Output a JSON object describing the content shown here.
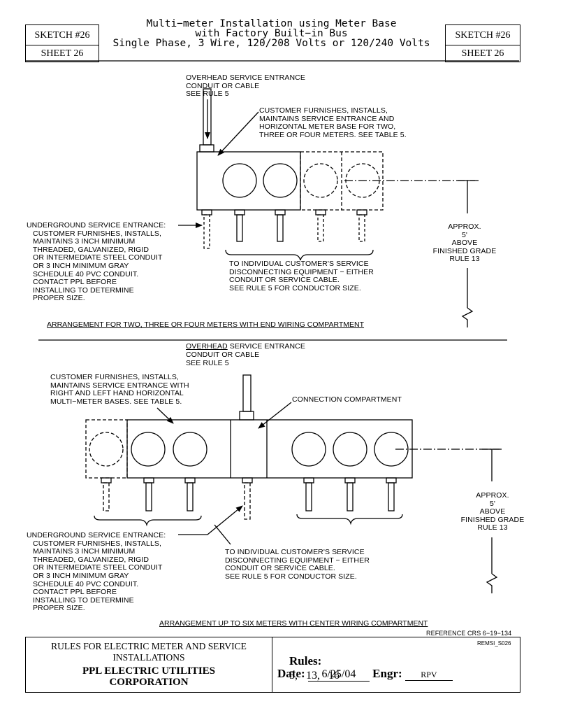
{
  "header": {
    "sketch_label": "SKETCH #26",
    "sheet_label": "SHEET 26",
    "title_lines": [
      "Multi−meter Installation using Meter Base",
      "with Factory Built−in Bus",
      "Single Phase, 3 Wire, 120/208 Volts or 120/240 Volts"
    ]
  },
  "top_diagram": {
    "overhead_note": "OVERHEAD SERVICE ENTRANCE\nCONDUIT OR CABLE\nSEE RULE 5",
    "customer_note": "CUSTOMER FURNISHES, INSTALLS,\nMAINTAINS SERVICE ENTRANCE AND\nHORIZONTAL METER BASE FOR TWO,\nTHREE OR FOUR METERS. SEE TABLE 5.",
    "underground_note": "UNDERGROUND SERVICE ENTRANCE:\n   CUSTOMER FURNISHES, INSTALLS,\n   MAINTAINS 3 INCH MINIMUM\n   THREADED, GALVANIZED, RIGID\n   OR INTERMEDIATE STEEL CONDUIT\n   OR 3 INCH MINIMUM GRAY\n   SCHEDULE 40 PVC CONDUIT.\n   CONTACT PPL BEFORE\n   INSTALLING TO DETERMINE\n   PROPER SIZE.",
    "individual_note": "TO INDIVIDUAL CUSTOMER'S SERVICE\nDISCONNECTING EQUIPMENT − EITHER\nCONDUIT OR SERVICE CABLE.\nSEE RULE 5 FOR CONDUCTOR SIZE.",
    "height_note": "APPROX.\n5'\nABOVE\nFINISHED GRADE\nRULE 13",
    "caption": "ARRANGEMENT FOR TWO, THREE OR FOUR METERS WITH END WIRING COMPARTMENT"
  },
  "bottom_diagram": {
    "overhead_word": "OVERHEAD",
    "overhead_rest": " SERVICE ENTRANCE",
    "overhead_note_rest": "CONDUIT OR CABLE\nSEE RULE 5",
    "customer_note": "CUSTOMER FURNISHES, INSTALLS,\nMAINTAINS SERVICE ENTRANCE WITH\nRIGHT AND LEFT HAND HORIZONTAL\nMULTI−METER BASES. SEE TABLE 5.",
    "connection_note": "CONNECTION COMPARTMENT",
    "underground_note": "UNDERGROUND SERVICE ENTRANCE:\n   CUSTOMER FURNISHES, INSTALLS,\n   MAINTAINS 3 INCH MINIMUM\n   THREADED, GALVANIZED, RIGID\n   OR INTERMEDIATE STEEL CONDUIT\n   OR 3 INCH MINIMUM GRAY\n   SCHEDULE 40 PVC CONDUIT.\n   CONTACT PPL BEFORE\n   INSTALLING TO DETERMINE\n   PROPER SIZE.",
    "individual_note": "TO INDIVIDUAL CUSTOMER'S SERVICE\nDISCONNECTING EQUIPMENT − EITHER\nCONDUIT OR SERVICE CABLE.\nSEE RULE 5 FOR CONDUCTOR SIZE.",
    "height_note": "APPROX.\n5'\nABOVE\nFINISHED GRADE\nRULE 13",
    "caption": "ARRANGEMENT UP TO SIX METERS WITH CENTER WIRING COMPARTMENT"
  },
  "reference": "REFERENCE CRS 6−19−134",
  "footer": {
    "rules_title": "RULES FOR ELECTRIC METER AND SERVICE\nINSTALLATIONS",
    "company": "PPL ELECTRIC UTILITIES\nCORPORATION",
    "rules_label": "Rules:",
    "rules_values": "5,   13,   16",
    "doc_code": "REMSI_S026",
    "date_label": "Date:",
    "date_value": "6/25/04",
    "engr_label": "Engr:",
    "engr_value": "RPV"
  }
}
